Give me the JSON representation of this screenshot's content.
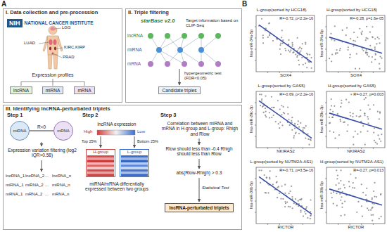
{
  "diagram": {
    "nodes": [
      {
        "text": [
          "I. Data collection and pre-procession"
        ]
      },
      {
        "text": [
          "II. Triple filtering"
        ]
      },
      {
        "text": [
          "III. Identifying lncRNA-perturbated triplets"
        ]
      },
      {
        "text": [
          "NIH",
          "NATIONAL CANCER INSTITUTE"
        ],
        "in": 0
      },
      {
        "text": [
          "lncRNA"
        ],
        "in": 0
      },
      {
        "text": [
          "miRNA"
        ],
        "in": 0
      },
      {
        "text": [
          "mRNA"
        ],
        "in": 0
      },
      {
        "text": [
          "starBase v2.0"
        ],
        "in": 1
      },
      {
        "text": [
          "Candidate triples"
        ],
        "in": 1
      },
      {
        "text": [
          "miRNA"
        ],
        "in": 2
      },
      {
        "text": [
          "mRNA"
        ],
        "in": 2
      },
      {
        "text": [
          "H-group"
        ],
        "in": 2
      },
      {
        "text": [
          "L-group"
        ],
        "in": 2
      },
      {
        "text": [
          "lncRNA-perturbated triplets"
        ],
        "in": 2
      },
      {
        "text": [
          "L-group(sorted by HCG18)",
          "R=-0.72, p<2.2e-16",
          "hsa-miR-34a-5p",
          "SOX4"
        ]
      },
      {
        "text": [
          "H-group(sorted by HCG18)",
          "R=-0.28, p=1.6e-05",
          "hsa-miR-34a-5p",
          "SOX4"
        ]
      },
      {
        "text": [
          "L-group(sorted by GAS5)",
          "R=-0.69, p<2.2e-16",
          "hsa-miR-29c-3p",
          "NKIRAS2"
        ]
      },
      {
        "text": [
          "H-group(sorted by GAS5)",
          "R=-0.27, p=0.003",
          "hsa-miR-29c-3p",
          "NKIRAS2"
        ]
      },
      {
        "text": [
          "L-group(sorted by NUTM2A-AS1)",
          "R=-0.71, p=3.5e-16",
          "hsa-miR-30b-5p",
          "RICTOR"
        ]
      },
      {
        "text": [
          "H-group(sorted by NUTM2A-AS1)",
          "R=-0.27, p=0.013",
          "hsa-miR-30b-5p",
          "RICTOR"
        ]
      }
    ],
    "edges": [
      {
        "from": 9,
        "to": 10,
        "arrow": "none",
        "label": "R<0"
      }
    ],
    "labels": [
      "A",
      "B",
      "LGG",
      "LUAD",
      "KIRC,KIRP",
      "PRAD",
      "Expression profiles",
      "lncRNA",
      "miRNA",
      "mRNA",
      "Target information based on CLIP-Seq",
      "hypergeometric test (FDR<0.05)",
      "Step 1",
      "Expression variation filtering (log2 IQR>0.58)",
      "lncRNA_1",
      "lncRNA_2",
      "...",
      "lncRNA_n",
      "miRNA_1",
      "miRNA_2",
      "...",
      "miRNA_n",
      "mRNA_1",
      "mRNA_2",
      "...",
      "mRNA_n",
      "Step 2",
      "lncRNA expression",
      "High",
      "Low",
      "Top 25%",
      "Bottom 25%",
      "miRNA/mRNA differentially expressed between two groups",
      "Step 3",
      "Correlation between miRNA and mRNA in H-group and L-group: Rhigh and Rlow",
      "Rlow should less than -0.4 Rhigh should less than Rlow",
      "abs(Rlow-Rhigh) > 0.3",
      "Statistical Test"
    ]
  }
}
